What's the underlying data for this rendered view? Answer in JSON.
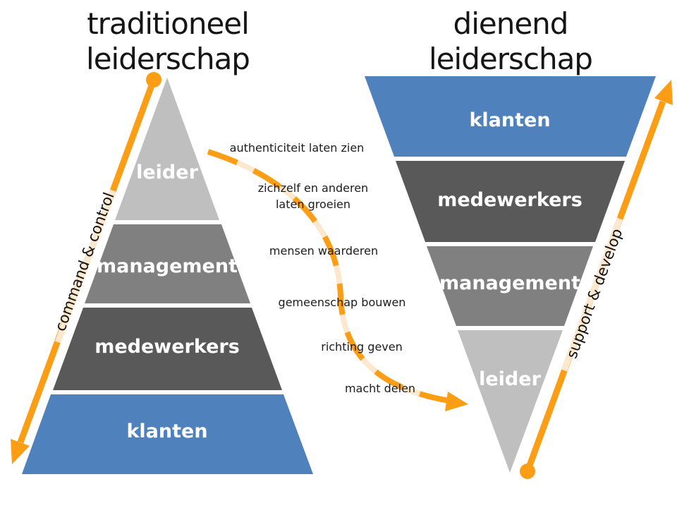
{
  "titles": {
    "left_line1": "traditioneel",
    "left_line2": "leiderschap",
    "right_line1": "dienend",
    "right_line2": "leiderschap"
  },
  "left_pyramid": {
    "orientation": "upright",
    "levels": [
      {
        "label": "leider",
        "color": "#bfbfbf"
      },
      {
        "label": "management",
        "color": "#808080"
      },
      {
        "label": "medewerkers",
        "color": "#595959"
      },
      {
        "label": "klanten",
        "color": "#4f81bd"
      }
    ],
    "arrow_label": "command & control",
    "arrow_direction": "down"
  },
  "right_pyramid": {
    "orientation": "inverted",
    "levels": [
      {
        "label": "klanten",
        "color": "#4f81bd"
      },
      {
        "label": "medewerkers",
        "color": "#595959"
      },
      {
        "label": "management",
        "color": "#808080"
      },
      {
        "label": "leider",
        "color": "#bfbfbf"
      }
    ],
    "arrow_label": "support & develop",
    "arrow_direction": "up"
  },
  "principles": [
    {
      "line1": "authenticiteit laten zien"
    },
    {
      "line1": "zichzelf en anderen",
      "line2": "laten groeien"
    },
    {
      "line1": "mensen waarderen"
    },
    {
      "line1": "gemeenschap bouwen"
    },
    {
      "line1": "richting geven"
    },
    {
      "line1": "macht delen"
    }
  ],
  "colors": {
    "orange": "#fb9e15",
    "cream": "#fbe8cf",
    "blue": "#4f81bd",
    "gray_light": "#bfbfbf",
    "gray_mid": "#808080",
    "gray_dark": "#595959",
    "text_dark": "#1a1a1a",
    "label_white": "#ffffff"
  }
}
